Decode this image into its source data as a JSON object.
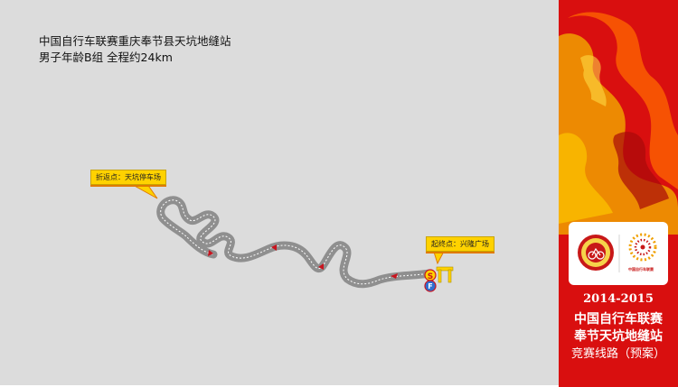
{
  "header": {
    "title_line1": "中国自行车联赛重庆奉节县天坑地缝站",
    "title_line2": "男子年龄B组 全程约24km"
  },
  "callouts": {
    "turnaround": "折返点：天坑停车场",
    "start_finish": "起终点：兴隆广场"
  },
  "markers": {
    "start": "S",
    "finish": "F"
  },
  "sidebar": {
    "years": "2014-2015",
    "league": "中国自行车联赛",
    "venue": "奉节天坑地缝站",
    "route": "竞赛线路（预案）",
    "logo_caption": "中国自行车联赛"
  },
  "colors": {
    "map_background": "#dcdcdc",
    "route": "#8a8a8a",
    "callout": "#ffd200",
    "sidebar": "#d90f0f",
    "accent": "#ffb400"
  },
  "icons": [
    "start-marker-icon",
    "finish-marker-icon",
    "finish-gate-icon",
    "direction-arrow-icon",
    "federation-emblem-icon",
    "league-logo-icon"
  ]
}
